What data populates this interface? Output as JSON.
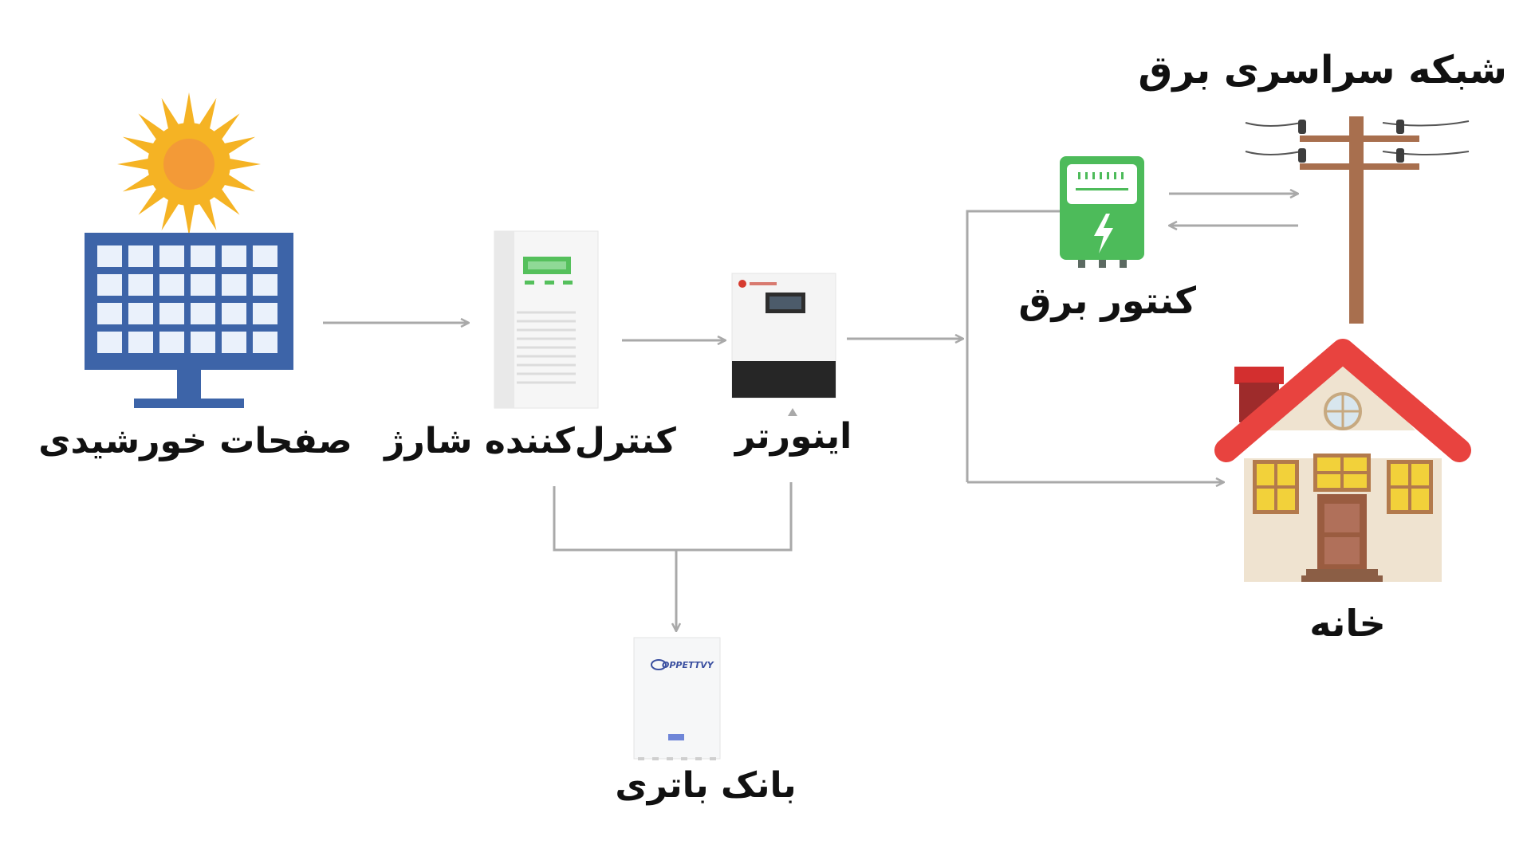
{
  "nodes": {
    "solar_panel": {
      "label": "صفحات خورشیدی"
    },
    "charge_controller": {
      "label": "کنترل‌کننده شارژ"
    },
    "inverter": {
      "label": "اینورتر"
    },
    "battery_bank": {
      "label": "بانک باتری",
      "brand": "OPPETTVY"
    },
    "electric_meter": {
      "label": "کنتور برق"
    },
    "power_grid": {
      "label": "شبکه سراسری برق"
    },
    "home": {
      "label": "خانه"
    }
  },
  "colors": {
    "arrow": "#a9a9a9",
    "sun": "#f5b324",
    "sun_core": "#f39a37",
    "panel_frame": "#3d64a8",
    "panel_cell": "#eaf1fb",
    "meter": "#4dbb5a",
    "roof": "#e8433f",
    "pole": "#a86f4e",
    "wall": "#efe3d0",
    "door": "#9a5c40",
    "window": "#f2d13a"
  }
}
